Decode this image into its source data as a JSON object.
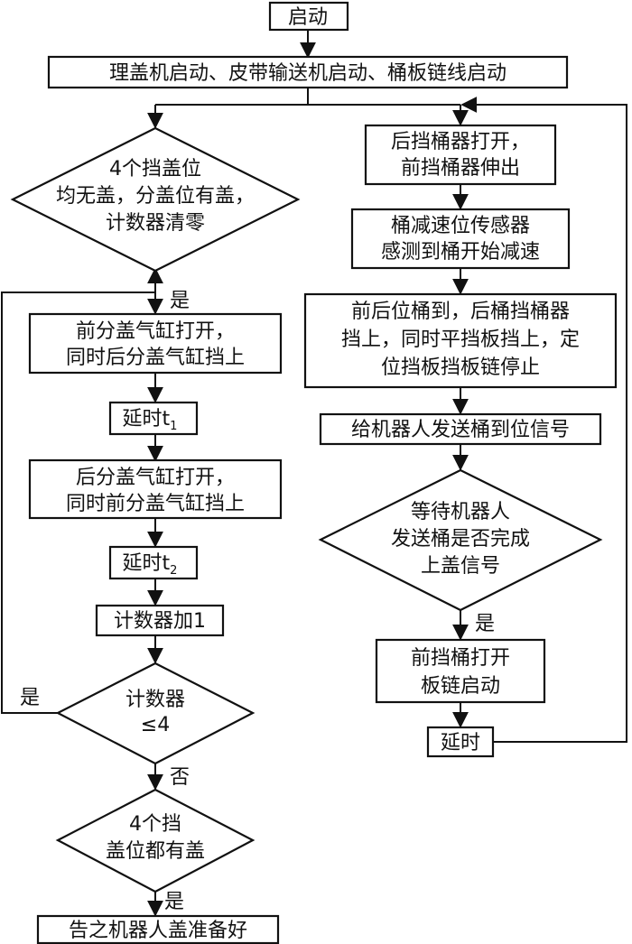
{
  "nodes": {
    "start": {
      "lines": [
        "启动"
      ]
    },
    "init": {
      "lines": [
        "理盖机启动、皮带输送机启动、桶板链线启动"
      ]
    },
    "check_caps": {
      "lines": [
        "4个挡盖位",
        "均无盖，分盖位有盖，",
        "计数器清零"
      ]
    },
    "cyl_front_open": {
      "lines": [
        "前分盖气缸打开，",
        "同时后分盖气缸挡上"
      ]
    },
    "delay_t1": {
      "text": "延时t",
      "sub": "1"
    },
    "cyl_rear_open": {
      "lines": [
        "后分盖气缸打开，",
        "同时前分盖气缸挡上"
      ]
    },
    "delay_t2": {
      "text": "延时t",
      "sub": "2"
    },
    "counter_inc": {
      "lines": [
        "计数器加1"
      ]
    },
    "counter_check": {
      "lines": [
        "计数器",
        "≤4"
      ]
    },
    "all_caps": {
      "lines": [
        "4个挡",
        "盖位都有盖"
      ]
    },
    "notify_ready": {
      "lines": [
        "告之机器人盖准备好"
      ]
    },
    "rear_stop_open": {
      "lines": [
        "后挡桶器打开，",
        "前挡桶器伸出"
      ]
    },
    "decel_sensor": {
      "lines": [
        "桶减速位传感器",
        "感测到桶开始减速"
      ]
    },
    "bucket_arrive": {
      "lines": [
        "前后位桶到，后桶挡桶器",
        "挡上，同时平挡板挡上，定",
        "位挡板挡板链停止"
      ]
    },
    "send_signal": {
      "lines": [
        "给机器人发送桶到位信号"
      ]
    },
    "wait_robot": {
      "lines": [
        "等待机器人",
        "发送桶是否完成",
        "上盖信号"
      ]
    },
    "front_open": {
      "lines": [
        "前挡桶打开",
        "板链启动"
      ]
    },
    "delay_end": {
      "lines": [
        "延时"
      ]
    }
  },
  "edge_labels": {
    "yes_loop": "是",
    "yes_left": "是",
    "no": "否",
    "yes_ready": "是",
    "yes_robot": "是"
  }
}
